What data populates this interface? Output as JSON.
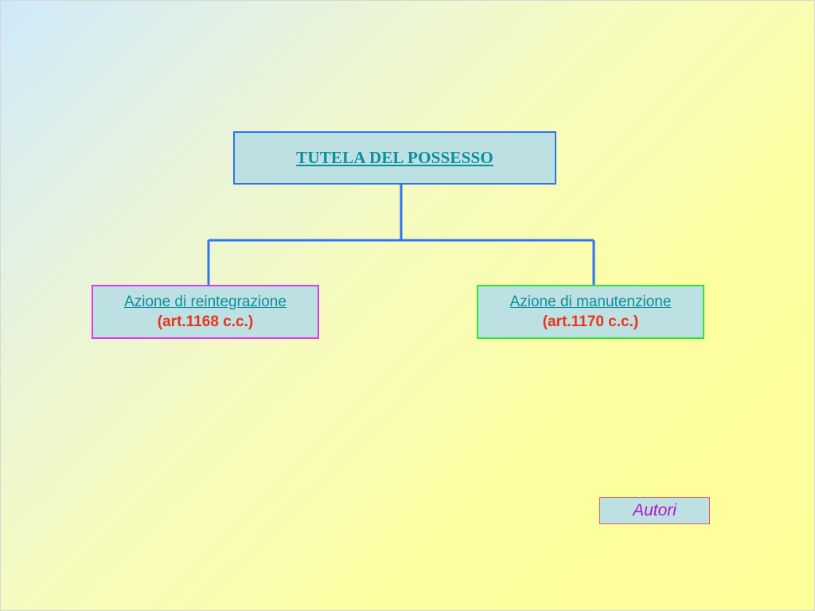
{
  "diagram": {
    "root": {
      "title": "TUTELA DEL POSSESSO"
    },
    "children": [
      {
        "label": "Azione di reintegrazione",
        "reference": "(art.1168 c.c.)"
      },
      {
        "label": "Azione di manutenzione",
        "reference": "(art.1170 c.c.)"
      }
    ]
  },
  "navigation": {
    "authors_label": "Autori"
  },
  "colors": {
    "box_fill": "#bde0e3",
    "root_border": "#2f74f0",
    "left_border": "#e03ce8",
    "right_border": "#2ee63a",
    "connector": "#2f74f0",
    "link_text": "#0b8f9a",
    "reference_text": "#e8341a",
    "authors_text": "#b514c8"
  }
}
